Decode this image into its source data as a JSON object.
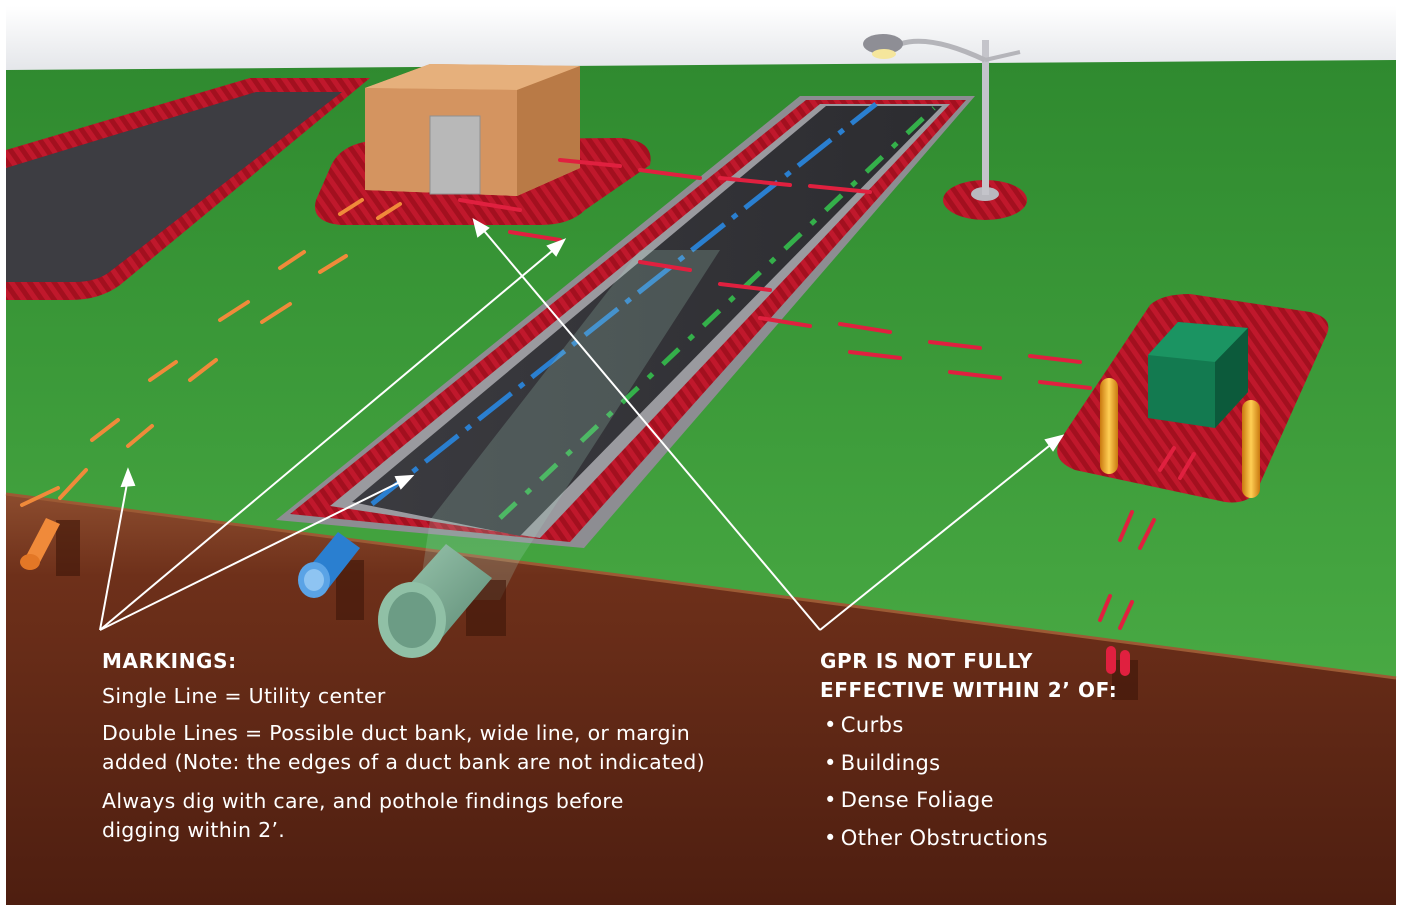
{
  "markings": {
    "heading": "MARKINGS:",
    "lines": [
      "Single Line = Utility center",
      "Double Lines = Possible duct bank, wide line, or margin added (Note: the edges of a duct bank are not indicated)",
      "Always dig with care, and pothole findings before digging within 2’."
    ]
  },
  "gpr": {
    "heading_line1": "GPR IS NOT FULLY",
    "heading_line2": "EFFECTIVE WITHIN 2’ OF:",
    "items": [
      "Curbs",
      "Buildings",
      "Dense Foliage",
      "Other Obstructions"
    ]
  },
  "colors": {
    "grass": "#3c9a3a",
    "soil_top": "#8a4a2c",
    "soil_bottom": "#5a2312",
    "marking_red": "#d81b3a",
    "curb_red": "#a8141f",
    "asphalt": "#3a3a3e",
    "building": "#d89a62",
    "vault": "#0f6a46",
    "bollard": "#f2a82a",
    "orange_line": "#f08a3a",
    "blue_line": "#2a7fd0",
    "green_line": "#34b04a"
  }
}
